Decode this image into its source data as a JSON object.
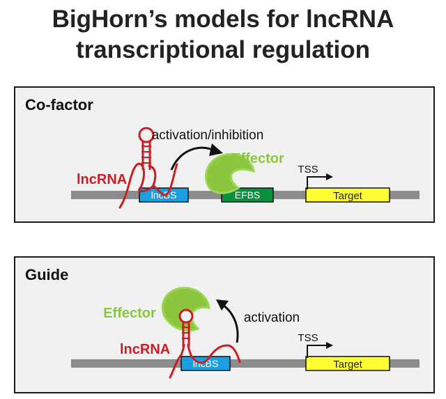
{
  "title": {
    "line1": "BigHorn’s models for lncRNA",
    "line2": "transcriptional regulation"
  },
  "panels": [
    {
      "heading": "Co-factor",
      "activation_label": "activation/inhibition",
      "effector_label": "Effector",
      "lncrna_label": "lncRNA",
      "lncbs_label": "lncBS",
      "efbs_label": "EFBS",
      "tss_label": "TSS",
      "target_label": "Target"
    },
    {
      "heading": "Guide",
      "effector_label": "Effector",
      "activation_label": "activation",
      "lncrna_label": "lncRNA",
      "lncbs_label": "lncBS",
      "tss_label": "TSS",
      "target_label": "Target"
    }
  ],
  "colors": {
    "lncrna": "#c81e24",
    "effector": "#8cc63f",
    "lncbs_box": "#1aa0e0",
    "efbs_box": "#0a8f3c",
    "target_box": "#ffff33",
    "dna": "#8c8c8c"
  }
}
